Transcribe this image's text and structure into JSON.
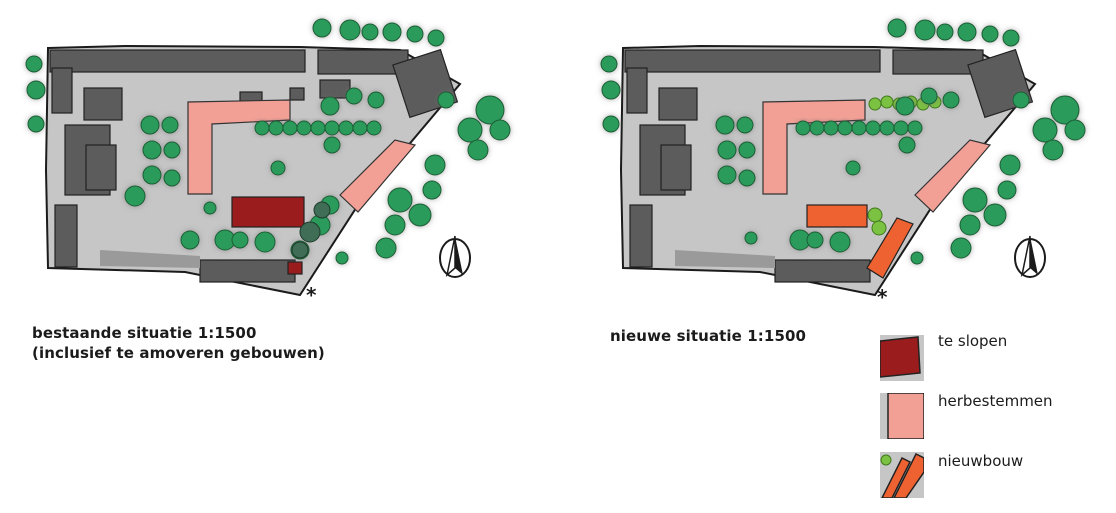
{
  "colors": {
    "ground": "#c6c6c6",
    "building": "#5c5c5c",
    "demolish": "#9b1c1c",
    "repurpose": "#f2a096",
    "newbuild": "#ee6231",
    "tree": "#2a9b5a",
    "hedge": "#7cc242"
  },
  "maps": {
    "existing": {
      "caption_line1": "bestaande situatie 1:1500",
      "caption_line2": "(inclusief te amoveren gebouwen)",
      "entrance_marker": "*"
    },
    "new": {
      "caption_line1": "nieuwe situatie 1:1500",
      "entrance_marker": "*"
    }
  },
  "legend": [
    {
      "label": "te slopen",
      "color": "#9b1c1c",
      "icon": "red-building-swatch"
    },
    {
      "label": "herbestemmen",
      "color": "#f2a096",
      "icon": "pink-building-swatch"
    },
    {
      "label": "nieuwbouw",
      "color": "#ee6231",
      "icon": "orange-building-swatch"
    }
  ]
}
